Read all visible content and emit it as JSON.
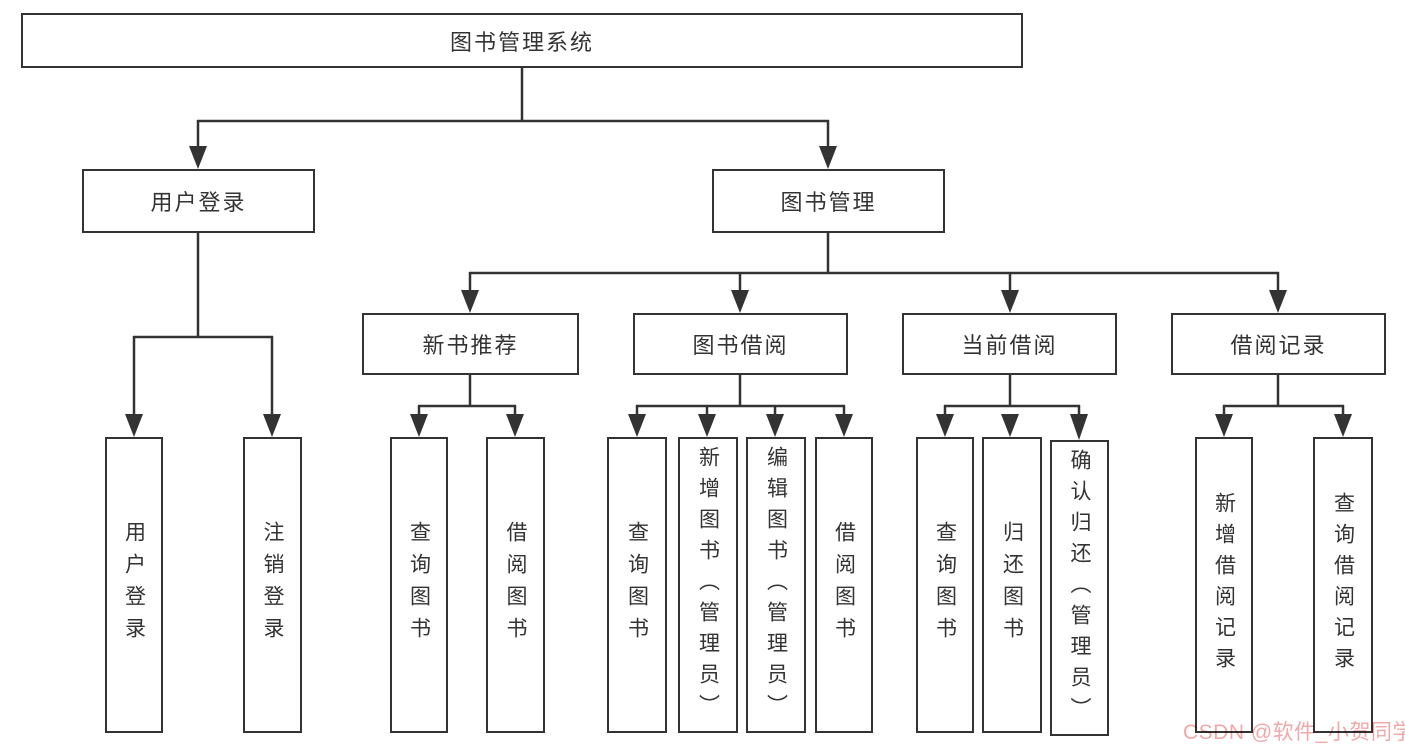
{
  "watermark": {
    "text": "CSDN @软件_小贺同学",
    "color": "#f0a8a8"
  },
  "colors": {
    "line": "#333333",
    "text": "#333333",
    "box_background": "#ffffff"
  },
  "chart_data": {
    "type": "table",
    "title": "图书管理系统",
    "hierarchy": {
      "图书管理系统": {
        "用户登录": [
          "用户登录",
          "注销登录"
        ],
        "图书管理": {
          "新书推荐": [
            "查询图书",
            "借阅图书"
          ],
          "图书借阅": [
            "查询图书",
            "新增图书（管理员）",
            "编辑图书（管理员）",
            "借阅图书"
          ],
          "当前借阅": [
            "查询图书",
            "归还图书",
            "确认归还（管理员）"
          ],
          "借阅记录": [
            "新增借阅记录",
            "查询借阅记录"
          ]
        }
      }
    }
  },
  "tree": {
    "root": {
      "label": "图书管理系统"
    },
    "login": {
      "label": "用户登录",
      "children": [
        {
          "label": "用户登录"
        },
        {
          "label": "注销登录"
        }
      ]
    },
    "manage": {
      "label": "图书管理",
      "sections": [
        {
          "label": "新书推荐",
          "children": [
            {
              "label": "查询图书"
            },
            {
              "label": "借阅图书"
            }
          ]
        },
        {
          "label": "图书借阅",
          "children": [
            {
              "label": "查询图书"
            },
            {
              "label": "新增图书（管理员）"
            },
            {
              "label": "编辑图书（管理员）"
            },
            {
              "label": "借阅图书"
            }
          ]
        },
        {
          "label": "当前借阅",
          "children": [
            {
              "label": "查询图书"
            },
            {
              "label": "归还图书"
            },
            {
              "label": "确认归还（管理员）"
            }
          ]
        },
        {
          "label": "借阅记录",
          "children": [
            {
              "label": "新增借阅记录"
            },
            {
              "label": "查询借阅记录"
            }
          ]
        }
      ]
    }
  }
}
